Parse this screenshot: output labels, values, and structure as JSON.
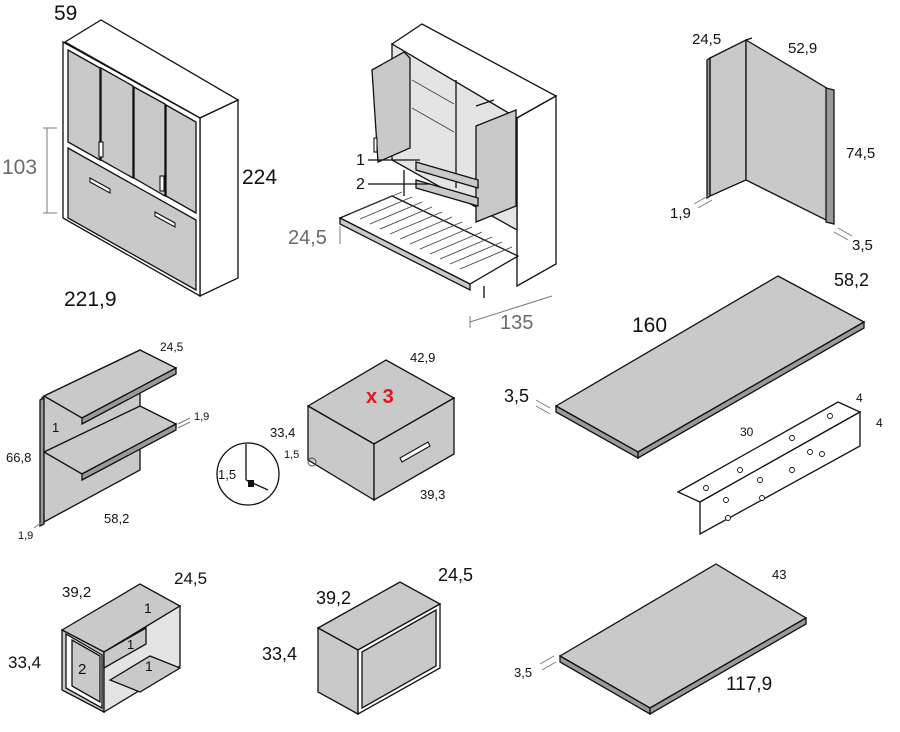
{
  "wardrobe_bed": {
    "depth": "59",
    "height": "224",
    "width": "221,9",
    "inner_height": "103"
  },
  "open_bed": {
    "part_1": "1",
    "part_2": "2",
    "leg_height": "24,5",
    "bed_width": "135"
  },
  "corner_panel": {
    "depth": "24,5",
    "width": "52,9",
    "height": "74,5",
    "thickness_left": "1,9",
    "thickness_right": "3,5"
  },
  "side_shelf": {
    "depth": "24,5",
    "thickness": "1,9",
    "part": "1",
    "height": "66,8",
    "width": "58,2",
    "base_thickness": "1,9"
  },
  "drawer": {
    "width": "42,9",
    "quantity": "x 3",
    "height": "33,4",
    "depth": "39,3",
    "gap": "1,5",
    "detail_gap": "1,5"
  },
  "desk_top": {
    "length": "160",
    "depth": "58,2",
    "thickness": "3,5"
  },
  "bracket": {
    "length": "30",
    "flange_a": "4",
    "flange_b": "4"
  },
  "open_nightstand": {
    "width": "39,2",
    "depth": "24,5",
    "height": "33,4",
    "part_top": "1",
    "part_mid": "1",
    "part_bottom": "1",
    "part_side": "2"
  },
  "closed_nightstand": {
    "width": "39,2",
    "depth": "24,5",
    "height": "33,4"
  },
  "small_top": {
    "width": "43",
    "length": "117,9",
    "thickness": "3,5"
  }
}
